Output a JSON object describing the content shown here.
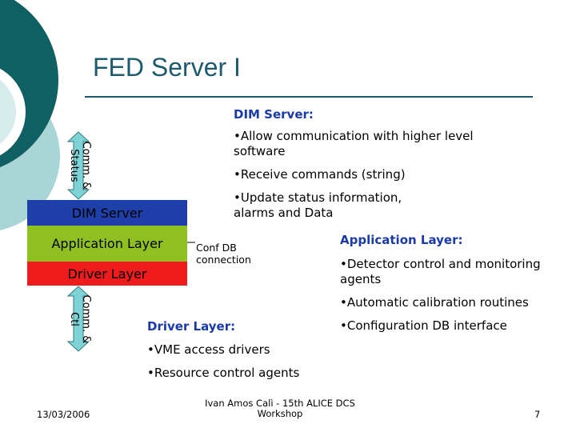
{
  "slide": {
    "title": "FED Server I"
  },
  "dim_server_section": {
    "heading": "DIM Server:",
    "bullets": [
      "Allow communication with higher level software",
      "Receive commands (string)",
      "Update status information, alarms and Data"
    ]
  },
  "application_layer_section": {
    "heading": "Application Layer:",
    "bullets": [
      "Detector control and monitoring agents",
      "Automatic calibration routines",
      "Configuration DB interface"
    ]
  },
  "driver_layer_section": {
    "heading": "Driver Layer:",
    "bullets": [
      "VME access drivers",
      "Resource control agents"
    ]
  },
  "diagram": {
    "top_arrow_label_line1": "Comm. &",
    "top_arrow_label_line2": "Status",
    "dim_server_label": "DIM Server",
    "application_layer_label": "Application Layer",
    "driver_layer_label": "Driver Layer",
    "bottom_arrow_label_line1": "Comm. &",
    "bottom_arrow_label_line2": "Ctl",
    "conf_db_line1": "Conf DB",
    "conf_db_line2": "connection"
  },
  "colors": {
    "dim_server_box": "#1f3fa8",
    "application_layer_box": "#8fc021",
    "driver_layer_box": "#ee1c1c",
    "arrow_fill": "#7ed3d6",
    "theme_dark": "#0f5f63",
    "theme_light": "#9fcfd0",
    "heading_blue": "#1a3aa8"
  },
  "footer": {
    "date": "13/03/2006",
    "author_line1": "Ivan Amos Calì - 15th ALICE DCS",
    "author_line2": "Workshop",
    "page_number": "7"
  }
}
